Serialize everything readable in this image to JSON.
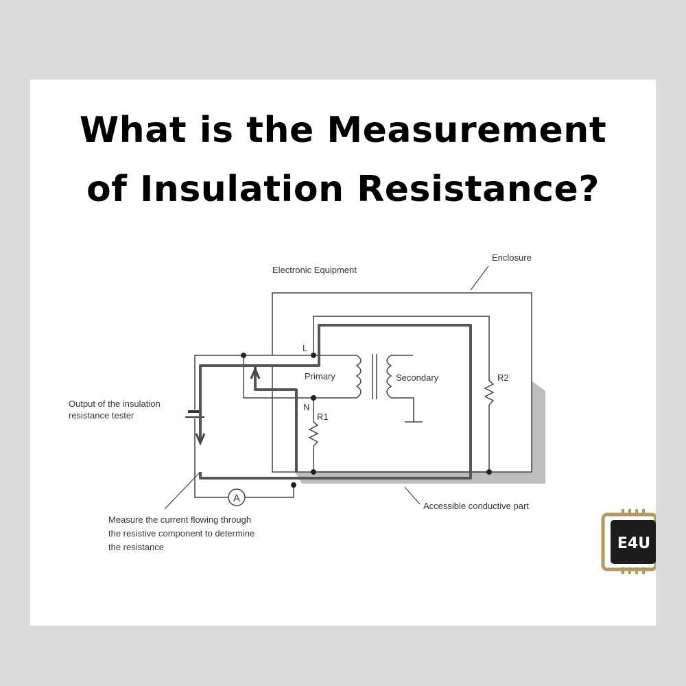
{
  "title": {
    "line1": "What is the Measurement",
    "line2": "of Insulation Resistance?"
  },
  "diagram": {
    "labels": {
      "electronic_equipment": "Electronic Equipment",
      "enclosure": "Enclosure",
      "l": "L",
      "n": "N",
      "primary": "Primary",
      "secondary": "Secondary",
      "r1": "R1",
      "r2": "R2",
      "ammeter": "A",
      "tester_line1": "Output of the insulation",
      "tester_line2": "resistance tester",
      "measure_line1": "Measure the current flowing through",
      "measure_line2": "the resistive component to determine",
      "measure_line3": "the resistance",
      "accessible": "Accessible conductive part"
    }
  },
  "logo": {
    "text": "E4U",
    "colors": {
      "body": "#1c1c1c",
      "pins": "#b39a5a"
    }
  }
}
